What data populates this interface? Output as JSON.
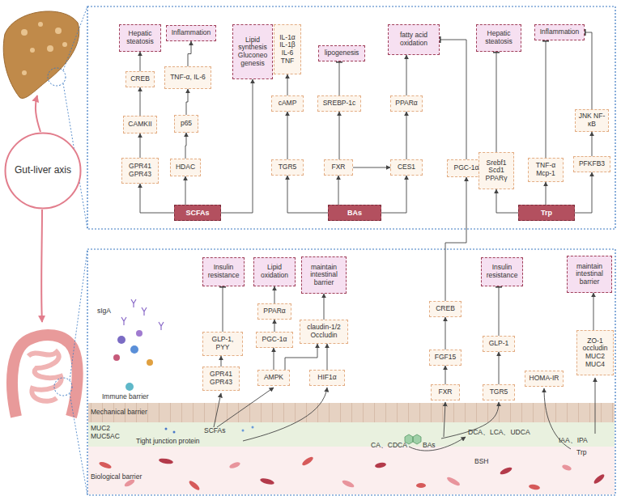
{
  "diagram": {
    "nodes": [
      {
        "text": [
          "Gut-liver axis"
        ]
      },
      {
        "text": [
          "Hepatic steatosis"
        ]
      },
      {
        "text": [
          "Inflammation"
        ]
      },
      {
        "text": [
          "Lipid synthesis Gluconeo genesis"
        ]
      },
      {
        "text": [
          "CREB"
        ]
      },
      {
        "text": [
          "TNF-α, IL-6"
        ]
      },
      {
        "text": [
          "CAMKII"
        ]
      },
      {
        "text": [
          "p65"
        ]
      },
      {
        "text": [
          "GPR41 GPR43"
        ]
      },
      {
        "text": [
          "HDAC"
        ]
      },
      {
        "text": [
          "SCFAs"
        ]
      },
      {
        "text": [
          "IL-1α IL-1β IL-6 TNF"
        ]
      },
      {
        "text": [
          "lipogenesis"
        ]
      },
      {
        "text": [
          "fatty acid oxidation"
        ]
      },
      {
        "text": [
          "cAMP"
        ]
      },
      {
        "text": [
          "SREBP-1c"
        ]
      },
      {
        "text": [
          "PPARα"
        ]
      },
      {
        "text": [
          "TGR5"
        ]
      },
      {
        "text": [
          "FXR"
        ]
      },
      {
        "text": [
          "CES1"
        ]
      },
      {
        "text": [
          "PGC-1α"
        ]
      },
      {
        "text": [
          "BAs"
        ]
      },
      {
        "text": [
          "Hepatic steatosis"
        ]
      },
      {
        "text": [
          "Inflammation"
        ]
      },
      {
        "text": [
          "JNK NF-κB"
        ]
      },
      {
        "text": [
          "Srebf1 Scd1 PPARγ"
        ]
      },
      {
        "text": [
          "TNF-α Mcp-1"
        ]
      },
      {
        "text": [
          "PFKFB3"
        ]
      },
      {
        "text": [
          "Trp"
        ]
      },
      {
        "text": [
          "Insulin resistance"
        ]
      },
      {
        "text": [
          "Lipid oxidation"
        ]
      },
      {
        "text": [
          "maintain intestinal barrier"
        ]
      },
      {
        "text": [
          "Insulin resistance"
        ]
      },
      {
        "text": [
          "maintain intestinal barrier"
        ]
      },
      {
        "text": [
          "CREB"
        ]
      },
      {
        "text": [
          "PPARα"
        ]
      },
      {
        "text": [
          "claudin-1/2 Occludin"
        ]
      },
      {
        "text": [
          "GLP-1, PYY"
        ]
      },
      {
        "text": [
          "PGC-1α"
        ]
      },
      {
        "text": [
          "ZO-1 occludin MUC2 MUC4"
        ]
      },
      {
        "text": [
          "GLP-1"
        ]
      },
      {
        "text": [
          "FGF15"
        ]
      },
      {
        "text": [
          "GPR41 GPR43"
        ]
      },
      {
        "text": [
          "AMPK"
        ]
      },
      {
        "text": [
          "HIF1α"
        ]
      },
      {
        "text": [
          "HOMA-IR"
        ]
      },
      {
        "text": [
          "FXR"
        ]
      },
      {
        "text": [
          "TGR5"
        ]
      }
    ],
    "edges": [
      {
        "from": 10,
        "to": 8,
        "arrow": "to"
      },
      {
        "from": 10,
        "to": 9,
        "arrow": "to"
      },
      {
        "from": 10,
        "to": 3,
        "arrow": "to"
      },
      {
        "from": 8,
        "to": 6,
        "arrow": "to"
      },
      {
        "from": 6,
        "to": 4,
        "arrow": "to"
      },
      {
        "from": 4,
        "to": 1,
        "arrow": "to"
      },
      {
        "from": 9,
        "to": 7,
        "arrow": "to"
      },
      {
        "from": 7,
        "to": 5,
        "arrow": "to"
      },
      {
        "from": 5,
        "to": 2,
        "arrow": "to"
      },
      {
        "from": 21,
        "to": 17,
        "arrow": "to"
      },
      {
        "from": 17,
        "to": 14,
        "arrow": "to"
      },
      {
        "from": 14,
        "to": 11,
        "arrow": "to"
      },
      {
        "from": 21,
        "to": 18,
        "arrow": "to"
      },
      {
        "from": 18,
        "to": 15,
        "arrow": "to"
      },
      {
        "from": 15,
        "to": 12,
        "arrow": "to"
      },
      {
        "from": 18,
        "to": 19,
        "arrow": "to"
      },
      {
        "from": 21,
        "to": 19,
        "arrow": "to"
      },
      {
        "from": 19,
        "to": 16,
        "arrow": "to"
      },
      {
        "from": 16,
        "to": 13,
        "arrow": "to"
      },
      {
        "from": 20,
        "to": 13,
        "arrow": "to"
      },
      {
        "from": 34,
        "to": 20,
        "arrow": "to"
      },
      {
        "from": 28,
        "to": 25,
        "arrow": "to"
      },
      {
        "from": 25,
        "to": 22,
        "arrow": "to"
      },
      {
        "from": 28,
        "to": 26,
        "arrow": "to"
      },
      {
        "from": 26,
        "to": 23,
        "arrow": "to"
      },
      {
        "from": 28,
        "to": 27,
        "arrow": "to"
      },
      {
        "from": 27,
        "to": 24,
        "arrow": "to"
      },
      {
        "from": 24,
        "to": 23,
        "arrow": "to"
      },
      {
        "from": 42,
        "to": 37,
        "arrow": "to"
      },
      {
        "from": 37,
        "to": 29,
        "arrow": "to"
      },
      {
        "from": 43,
        "to": 38,
        "arrow": "to"
      },
      {
        "from": 38,
        "to": 35,
        "arrow": "to"
      },
      {
        "from": 35,
        "to": 30,
        "arrow": "to"
      },
      {
        "from": 43,
        "to": 36,
        "arrow": "to"
      },
      {
        "from": 44,
        "to": 36,
        "arrow": "to"
      },
      {
        "from": 36,
        "to": 31,
        "arrow": "to"
      },
      {
        "from": 46,
        "to": 41,
        "arrow": "to"
      },
      {
        "from": 41,
        "to": 34,
        "arrow": "to"
      },
      {
        "from": 47,
        "to": 40,
        "arrow": "to"
      },
      {
        "from": 40,
        "to": 32,
        "arrow": "to"
      },
      {
        "from": 39,
        "to": 33,
        "arrow": "to"
      }
    ],
    "labels": [
      "sIgA",
      "Immune barrier",
      "Mechanical barrier",
      "MUC2 MUC5AC",
      "Tight junction protein",
      "SCFAs",
      "Biological barrier",
      "CA、CDCA",
      "BAs",
      "DCA、LCA、UDCA",
      "BSH",
      "IAA、IPA",
      "Trp"
    ]
  }
}
